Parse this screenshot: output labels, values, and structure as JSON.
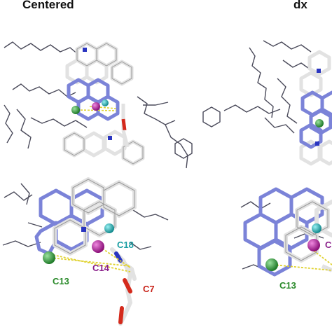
{
  "panels": {
    "centered": {
      "title": "Centered"
    },
    "dx": {
      "title": "dx"
    }
  },
  "labels": {
    "bottom_left": {
      "c18": "C18",
      "c14": "C14",
      "c13": "C13",
      "c7": "C7"
    },
    "bottom_right": {
      "c_partial": "C",
      "c13": "C13"
    }
  },
  "colors": {
    "ring_blue": "#7b83d8",
    "ring_white": "#e2e2e2",
    "chain_gray": "#4a4a5a",
    "atom_green": "#2f9a3a",
    "atom_magenta": "#b0179a",
    "atom_cyan": "#19b3b8",
    "atom_red": "#d42a1c",
    "dash_yellow": "#e0d230",
    "label_cyan": "#1a9ea3",
    "label_purple": "#8a1f8a",
    "label_green": "#2a8a2a",
    "label_red": "#c8231a"
  }
}
